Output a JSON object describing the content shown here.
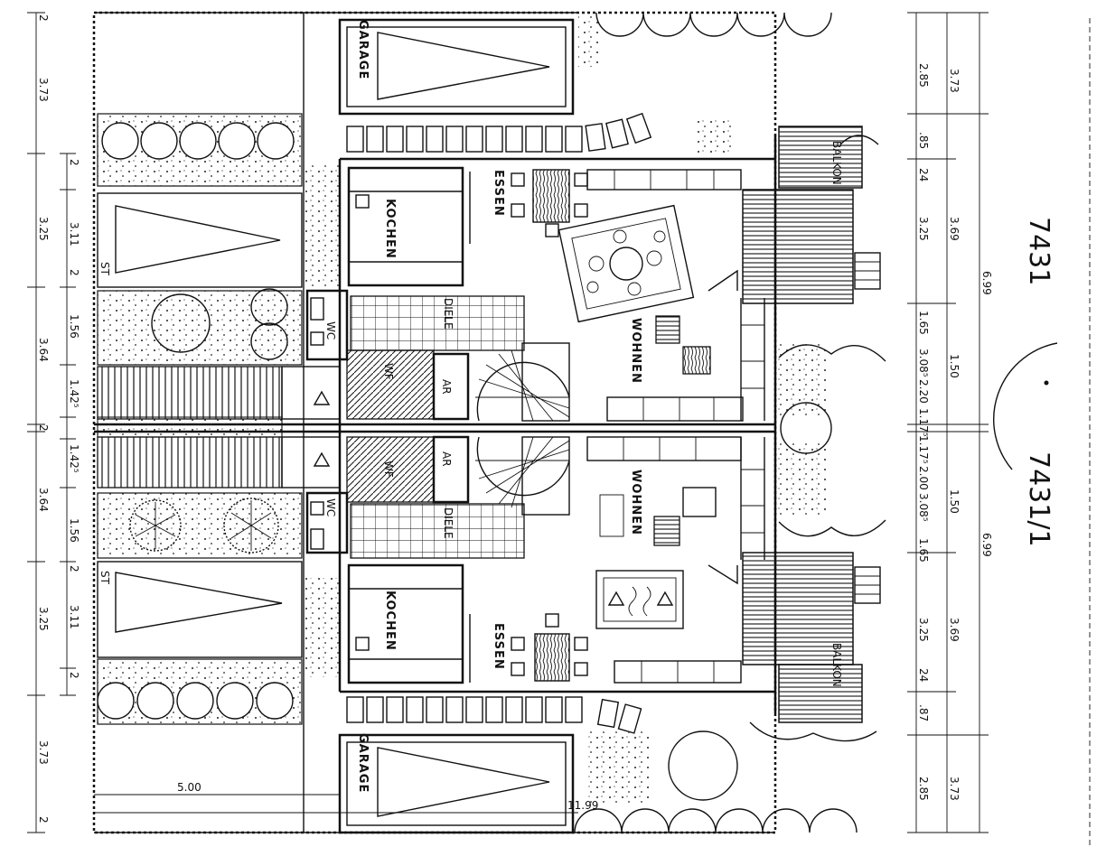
{
  "rooms": {
    "kochen": "KOCHEN",
    "essen": "ESSEN",
    "wohnen": "WOHNEN",
    "diele": "DIELE",
    "wc": "WC",
    "ar": "AR",
    "garage": "GARAGE",
    "balkon": "BALKON",
    "wf": "WF",
    "st": "ST"
  },
  "lot_numbers": [
    "7431",
    "7431/1"
  ],
  "dimensions": {
    "left_chain": [
      "2",
      "3.73",
      "3.25",
      "3.64",
      "2",
      "3.64",
      "3.25",
      "3.73",
      "2"
    ],
    "left_inner": [
      "3.11",
      "1.56",
      "1.42⁵",
      "1.42⁵",
      "1.56",
      "3.11"
    ],
    "right_outer": [
      "6.99",
      "6.99"
    ],
    "right_mid": [
      "3.73",
      "3.69",
      "1.50",
      "1.50",
      "3.69",
      "3.73"
    ],
    "right_inner": [
      "2.85",
      ".85",
      "3.25",
      "1.65",
      "3.08⁵",
      "2.20",
      "1.17⁵",
      "1.17⁵",
      "2.00",
      "3.08⁵",
      "1.65",
      "3.25",
      ".87",
      "2.85"
    ],
    "bottom": [
      "5.00",
      "11.99"
    ],
    "small_marks": [
      "2",
      "2",
      "24",
      "24",
      "2",
      "2"
    ]
  }
}
